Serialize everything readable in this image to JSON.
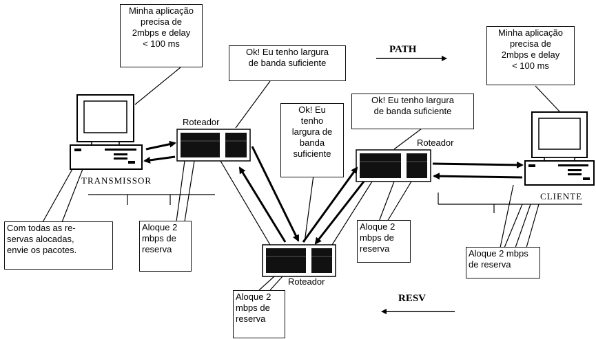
{
  "labels": {
    "path": "PATH",
    "resv": "RESV",
    "transmissor": "TRANSMISSOR",
    "cliente": "CLIENTE",
    "roteador_left": "Roteador",
    "roteador_right": "Roteador",
    "roteador_bottom": "Roteador"
  },
  "callouts": {
    "sender_requirement": "Minha aplicação\nprecisa de\n2mbps e delay\n< 100 ms",
    "client_requirement": "Minha aplicação\nprecisa de\n2mbps e delay\n< 100 ms",
    "router_left_ok": "Ok! Eu tenho largura\nde banda suficiente",
    "router_right_ok": "Ok! Eu tenho largura\nde banda suficiente",
    "router_bottom_ok": "Ok! Eu\ntenho\nlargura de\nbanda\nsuficiente",
    "sender_send": "Com todas as re-\nservas alocadas,\nenvie os pacotes.",
    "reserve_left": "Aloque 2\nmbps de\nreserva",
    "reserve_bottom": "Aloque 2\nmbps de\nreserva",
    "reserve_right": "Aloque 2\nmbps de\nreserva",
    "reserve_client": "Aloque 2 mbps\nde reserva"
  }
}
